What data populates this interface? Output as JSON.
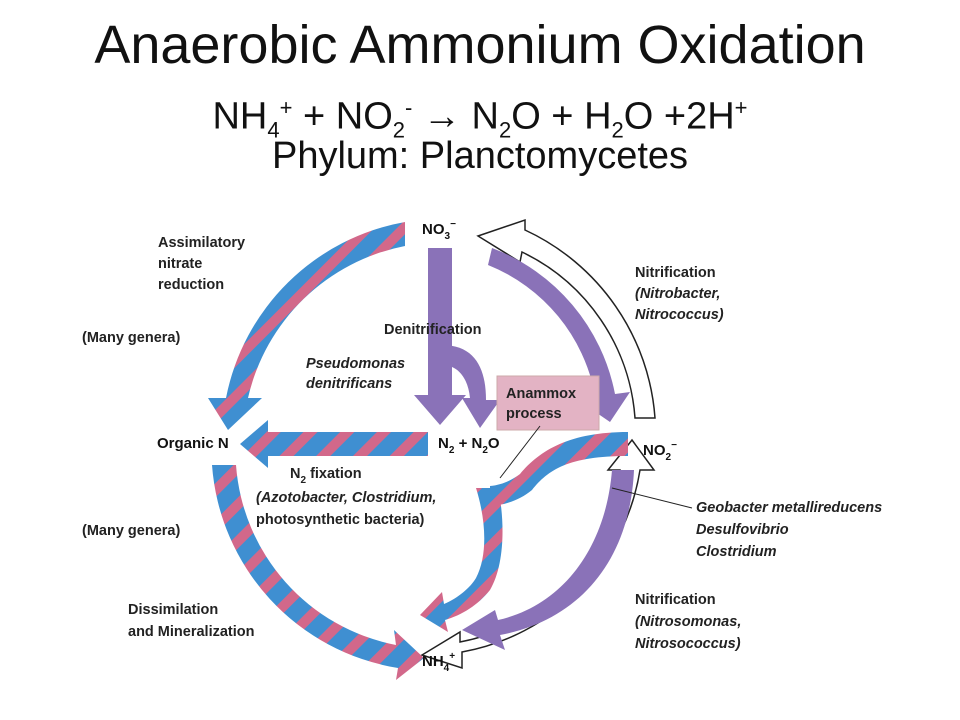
{
  "title": "Anaerobic Ammonium Oxidation",
  "equation": {
    "nh": "NH",
    "nh_sub": "4",
    "nh_sup": "+",
    "plus1": " + ",
    "no": "NO",
    "no_sub": "2",
    "no_sup": "-",
    "arrow": " → ",
    "n": "N",
    "n_sub": "2",
    "o": "O",
    "plus2": " + ",
    "h": "H",
    "h_sub": "2",
    "ho": "O",
    "end": " +2H",
    "end_sup": "+"
  },
  "phylum": "Phylum: Planctomycetes",
  "nodes": {
    "no3": {
      "base": "NO",
      "sub": "3",
      "sup": "−"
    },
    "no2": {
      "base": "NO",
      "sub": "2",
      "sup": "−"
    },
    "nh4": {
      "base": "NH",
      "sub": "4",
      "sup": "+"
    },
    "n2": {
      "a": "N",
      "a_sub": "2",
      "b": " + N",
      "b_sub": "2",
      "c": "O"
    },
    "organic": "Organic N"
  },
  "labels": {
    "assimilatory": [
      "Assimilatory",
      "nitrate",
      "reduction"
    ],
    "many_genera_top": "(Many genera)",
    "many_genera_bottom": "(Many genera)",
    "denitrification": "Denitrification",
    "pseudomonas": [
      "Pseudomonas",
      "denitrificans"
    ],
    "anammox": [
      "Anammox",
      "process"
    ],
    "nitrification_top": [
      "Nitrification",
      "(Nitrobacter,",
      "Nitrococcus)"
    ],
    "n2_fixation": {
      "a": "N",
      "a_sub": "2",
      "b": " fixation"
    },
    "n2_fixation_orgs": [
      "(Azotobacter, Clostridium,",
      "photosynthetic bacteria)"
    ],
    "geobacter": [
      "Geobacter metallireducens",
      "Desulfovibrio",
      "Clostridium"
    ],
    "dissimilation": [
      "Dissimilation",
      "and Mineralization"
    ],
    "nitrification_bottom": [
      "Nitrification",
      "(Nitrosomonas,",
      "Nitrosococcus)"
    ]
  },
  "colors": {
    "stripe_blue": "#3f8fd1",
    "stripe_pink": "#d2688a",
    "purple": "#8a72b8",
    "anammox_box": "#e3b3c4"
  }
}
